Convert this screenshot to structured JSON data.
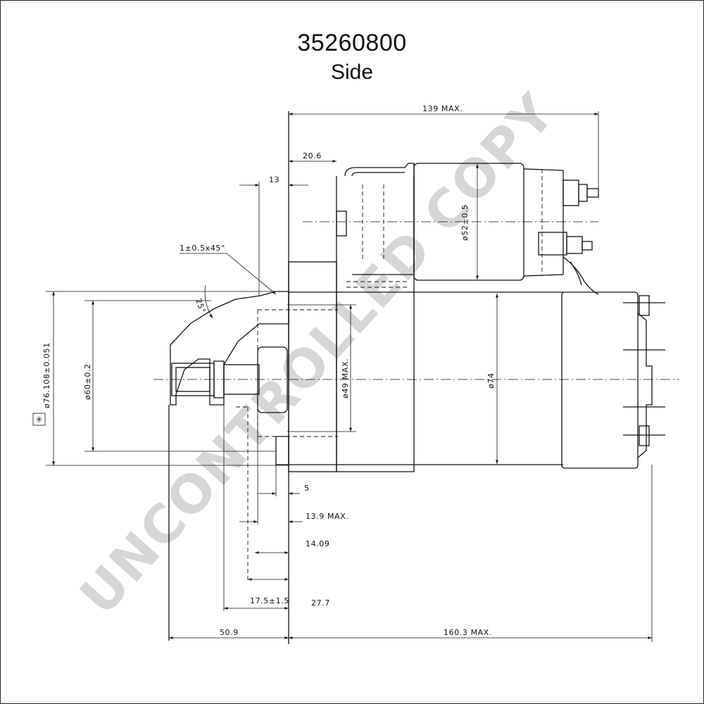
{
  "title": {
    "part_number": "35260800",
    "view": "Side"
  },
  "watermark": "UNCONTROLLED COPY",
  "dimensions": {
    "overall_length": "139 MAX.",
    "flange_offset": "20.6",
    "pilot_step": "13",
    "chamfer": "1±0.5x45°",
    "angle": "25°",
    "solenoid_diameter": "ø52±0.5",
    "flange_diameter": "ø76.108±0.051",
    "pilot_diameter": "ø60±0.2",
    "pinion_diameter": "ø49 MAX.",
    "motor_diameter": "ø74",
    "gap_small": "5",
    "pinion_travel": "13.9 MAX.",
    "pinion_offset": "14.09",
    "pinion_stop": "17.5±1.5",
    "pinion_length": "27.7",
    "front_length": "50.9",
    "body_length": "160.3 MAX."
  },
  "symbols": {
    "datum_marker": "✳"
  }
}
